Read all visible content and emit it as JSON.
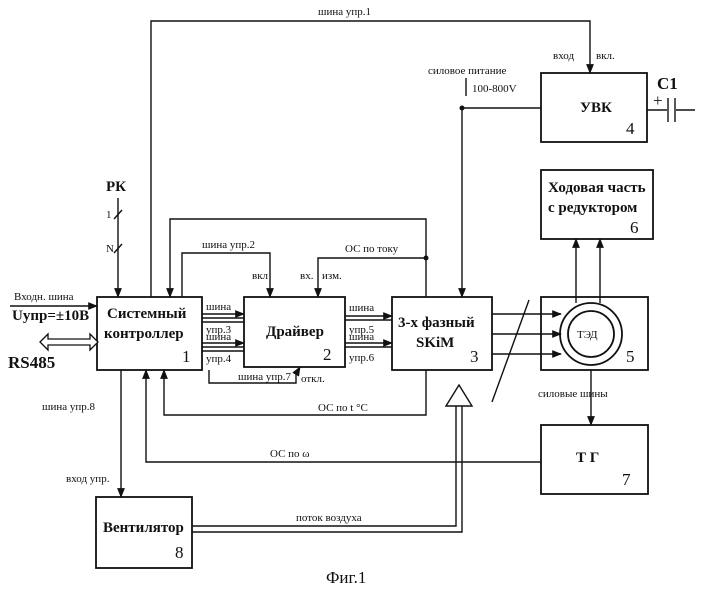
{
  "labels": {
    "bus1": "шина упр.1",
    "vhod_vkl_a": "вход",
    "vhod_vkl_b": "вкл.",
    "silovoe": "силовое питание",
    "voltage": "100-800V",
    "c1": "C1",
    "plus": "+",
    "rk": "РК",
    "rk1": "1",
    "rkn": "N",
    "bus2": "шина упр.2",
    "os_tok": "ОС по току",
    "vkl": "вкл",
    "vh": "вх.",
    "izm": "изм.",
    "vhodn": "Входн. шина",
    "uupr": "Uупр=±10В",
    "rs485": "RS485",
    "bus3a": "шина",
    "bus3b": "упр.3",
    "bus4a": "шина",
    "bus4b": "упр.4",
    "bus5a": "шина",
    "bus5b": "упр.5",
    "bus6a": "шина",
    "bus6b": "упр.6",
    "bus7": "шина упр.7",
    "otkl": "откл.",
    "os_t": "ОС  по t °C",
    "silovye": "силовые шины",
    "bus8": "шина упр.8",
    "os_w": "ОС по ω",
    "vhod_upr": "вход упр.",
    "potok": "поток воздуха",
    "fig": "Фиг.1"
  },
  "blocks": {
    "uvk": {
      "name": "УВК",
      "num": "4"
    },
    "hod_a": "Ходовая часть",
    "hod_b": "с редуктором",
    "hod_num": "6",
    "sys_a": "Системный",
    "sys_b": "контроллер",
    "sys_num": "1",
    "drv": {
      "name": "Драйвер",
      "num": "2"
    },
    "skim_a": "3-х фазный",
    "skim_b": "SKiM",
    "skim_num": "3",
    "motor": {
      "name": "ТЭД",
      "num": "5"
    },
    "tg": {
      "name": "Т Г",
      "num": "7"
    },
    "vent": {
      "name": "Вентилятор",
      "num": "8"
    }
  }
}
